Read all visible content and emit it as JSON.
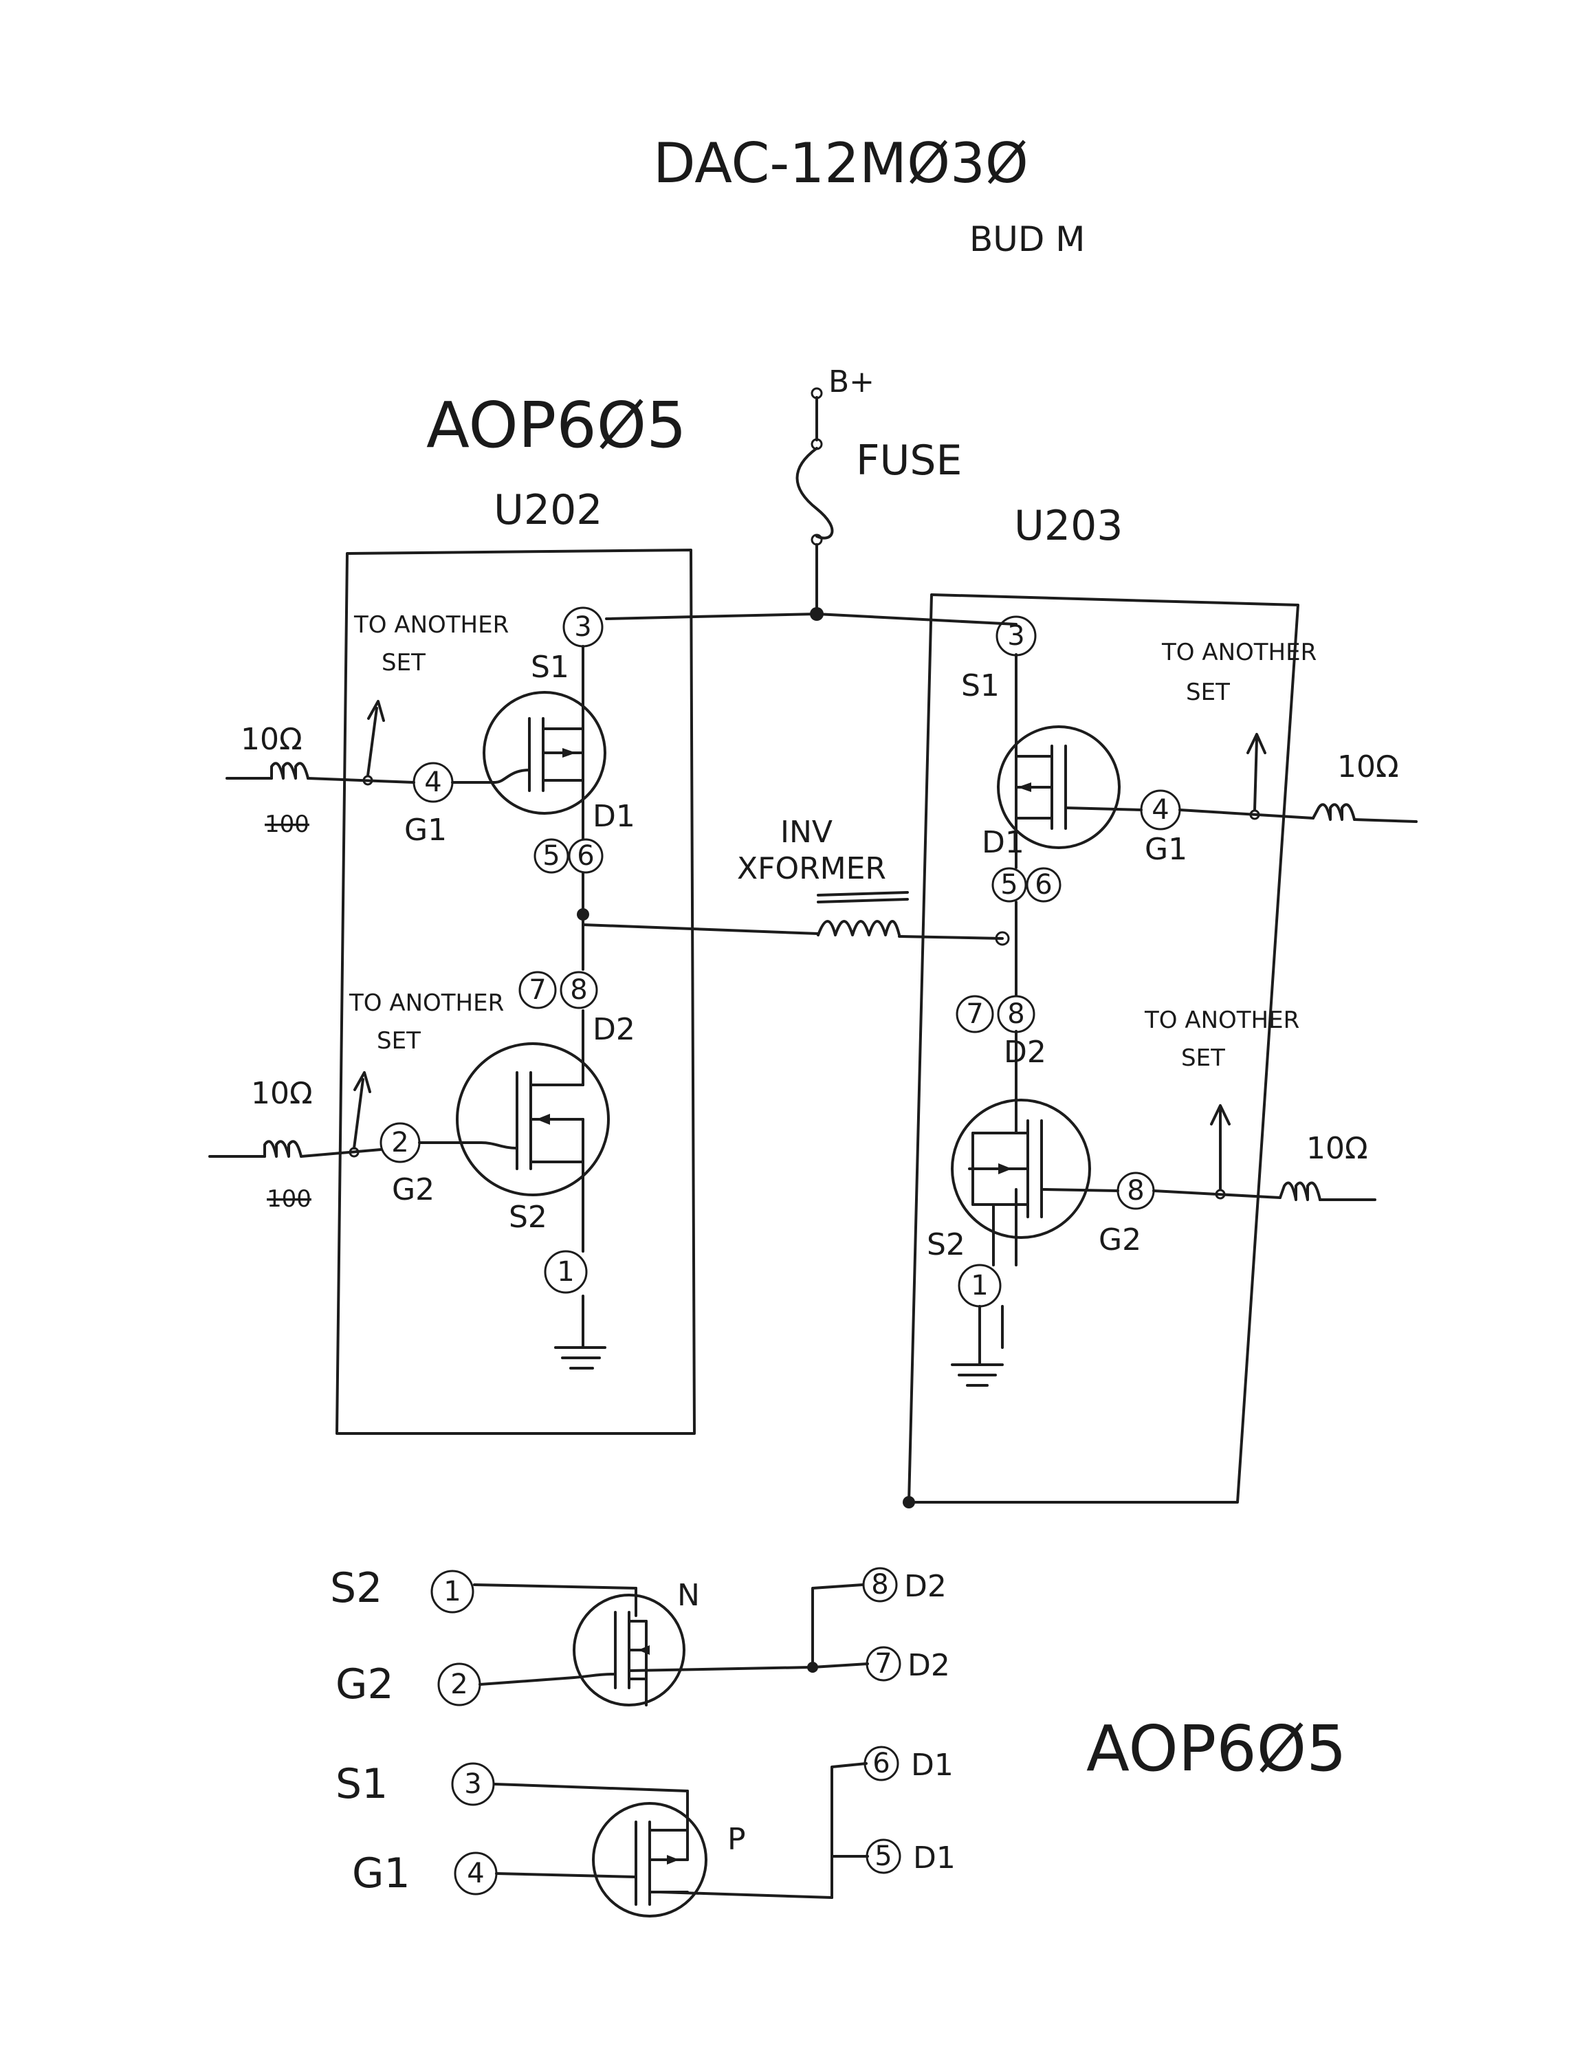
{
  "header": {
    "title": "DAC-12MØ3Ø",
    "author": "BUD M"
  },
  "supply": {
    "b_plus": "B+",
    "fuse": "FUSE"
  },
  "transformer": {
    "line1": "INV",
    "line2": "XFORMER"
  },
  "u202": {
    "part": "AOP6Ø5",
    "ref": "U202",
    "s1": "S1",
    "d1": "D1",
    "g1": "G1",
    "d2": "D2",
    "g2": "G2",
    "s2": "S2",
    "pins": {
      "p3": "3",
      "p4": "4",
      "p5": "5",
      "p6": "6",
      "p7": "7",
      "p8": "8",
      "p2": "2",
      "p1": "1"
    },
    "note_top_1": "TO ANOTHER",
    "note_top_2": "SET",
    "note_bot_1": "TO ANOTHER",
    "note_bot_2": "SET",
    "res_top": "10Ω",
    "res_top_strike": "100",
    "res_bot": "10Ω",
    "res_bot_strike": "100"
  },
  "u203": {
    "ref": "U203",
    "s1": "S1",
    "d1": "D1",
    "g1": "G1",
    "d2": "D2",
    "g2": "G2",
    "s2": "S2",
    "pins": {
      "p3": "3",
      "p4": "4",
      "p5": "5",
      "p6": "6",
      "p7": "7",
      "p8": "8",
      "p2": "8",
      "p1": "1"
    },
    "note_top_1": "TO ANOTHER",
    "note_top_2": "SET",
    "note_bot_1": "TO ANOTHER",
    "note_bot_2": "SET",
    "res_top": "10Ω",
    "res_bot": "10Ω"
  },
  "pinout": {
    "part": "AOP6Ø5",
    "n_label": "N",
    "p_label": "P",
    "s2": "S2",
    "g2": "G2",
    "s1": "S1",
    "g1": "G1",
    "pins": {
      "p1": "1",
      "p2": "2",
      "p3": "3",
      "p4": "4",
      "p5": "5",
      "p6": "6",
      "p7": "7",
      "p8": "8"
    },
    "d2a": "D2",
    "d2b": "D2",
    "d1a": "D1",
    "d1b": "D1"
  }
}
